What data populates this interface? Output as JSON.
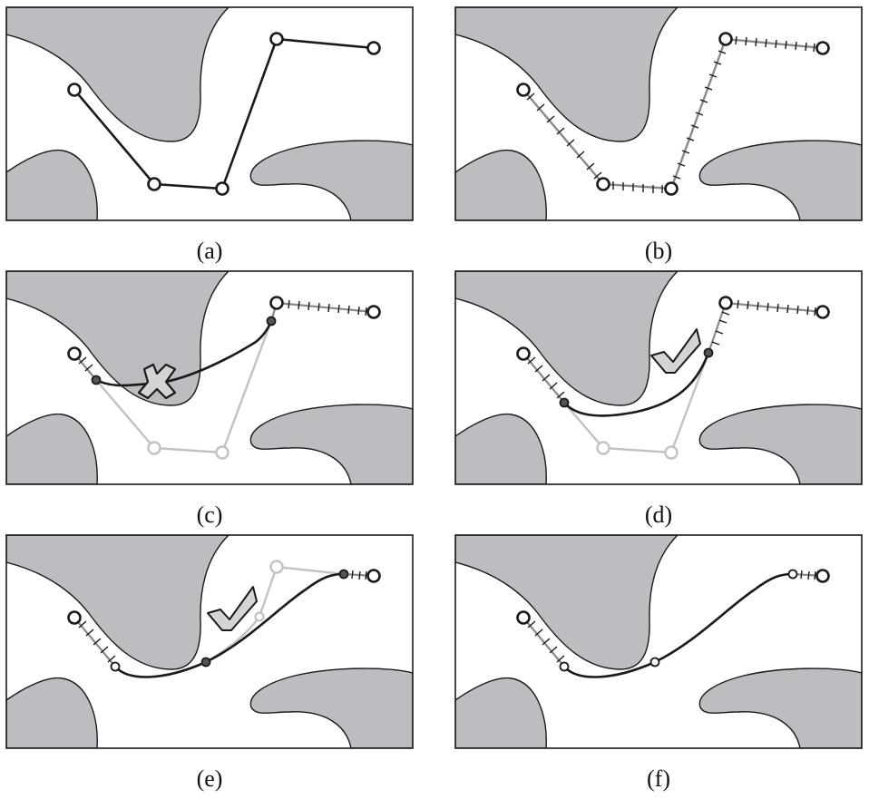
{
  "figure": {
    "panels": [
      {
        "id": "a",
        "caption": "(a)",
        "mark": "none"
      },
      {
        "id": "b",
        "caption": "(b)",
        "mark": "none"
      },
      {
        "id": "c",
        "caption": "(c)",
        "mark": "cross"
      },
      {
        "id": "d",
        "caption": "(d)",
        "mark": "check"
      },
      {
        "id": "e",
        "caption": "(e)",
        "mark": "check"
      },
      {
        "id": "f",
        "caption": "(f)",
        "mark": "none"
      }
    ],
    "colors": {
      "obstacle_fill": "#bcbdc1",
      "line": "#1a1a1a",
      "faded_path": "#c2c2c2",
      "tick": "#6e6e6e",
      "mark_fill": "#d4d4d4"
    }
  }
}
